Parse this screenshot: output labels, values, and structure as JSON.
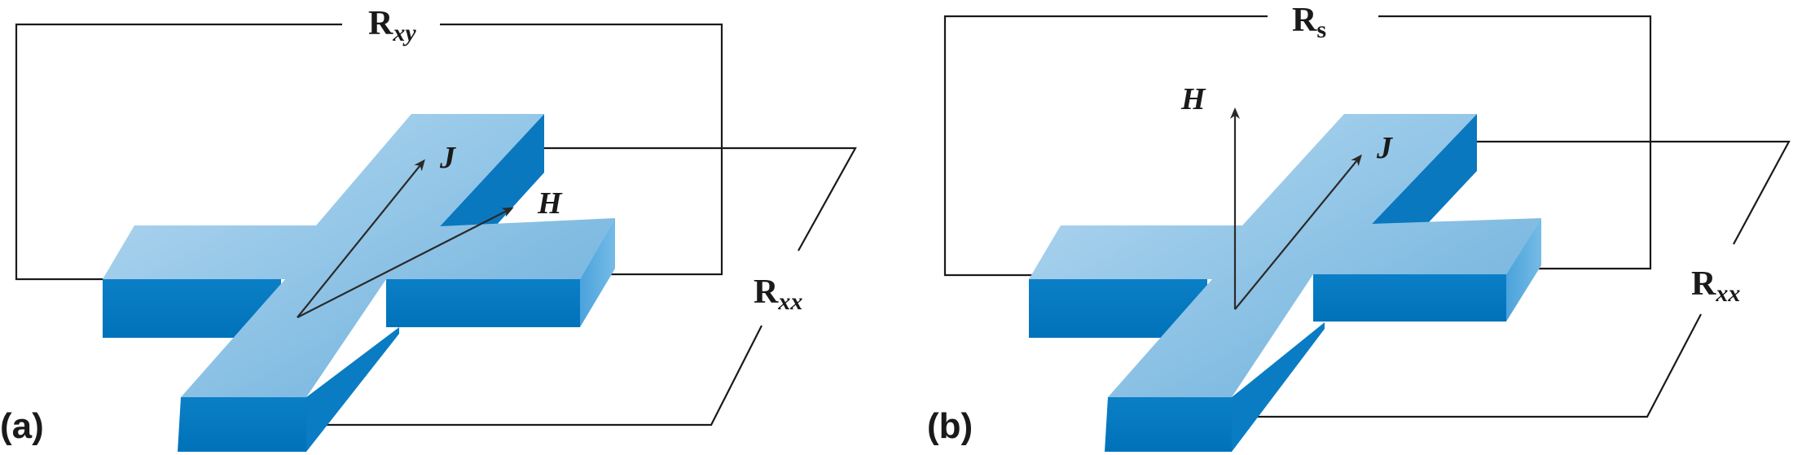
{
  "panels": [
    {
      "tag": "(a)",
      "top_resistance": {
        "base": "R",
        "sub": "xy"
      },
      "side_resistance": {
        "base": "R",
        "sub": "xx"
      },
      "current_label": "J",
      "field_label": "H"
    },
    {
      "tag": "(b)",
      "top_resistance": {
        "base": "R",
        "sub": "s"
      },
      "side_resistance": {
        "base": "R",
        "sub": "xx"
      },
      "current_label": "J",
      "field_label": "H"
    }
  ],
  "colors": {
    "top_light": "#a8d2ee",
    "top_mid": "#6fb3de",
    "side_dark": "#0077c0",
    "side_mid": "#1b8ad0",
    "wire": "#1a1a1a"
  }
}
